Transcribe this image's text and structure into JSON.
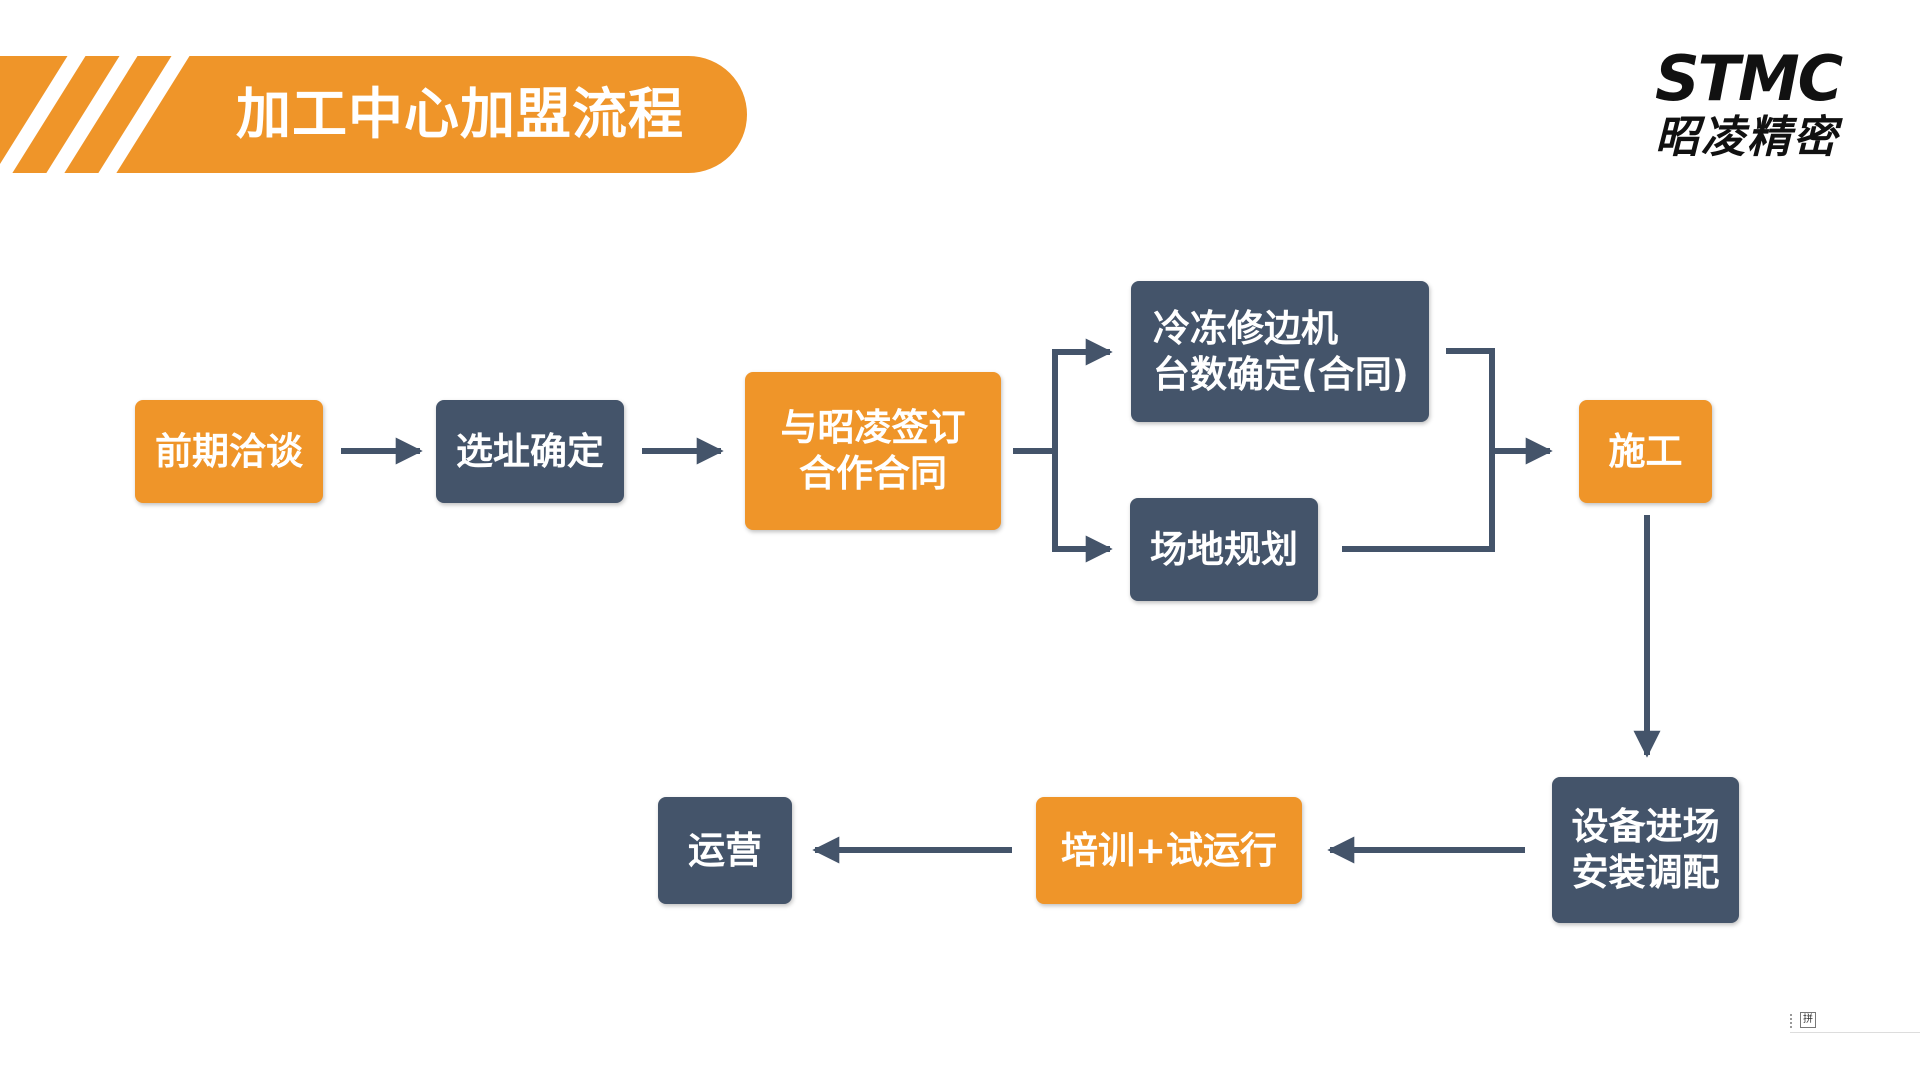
{
  "header": {
    "title": "加工中心加盟流程"
  },
  "logo": {
    "mark": "STMC",
    "name": "昭凌精密"
  },
  "nodes": {
    "n1": "前期洽谈",
    "n2": "选址确定",
    "n3": "与昭凌签订\n合作合同",
    "n4": "冷冻修边机\n台数确定(合同)",
    "n5": "场地规划",
    "n6": "施工",
    "n7": "设备进场\n安装调配",
    "n8": "培训+试运行",
    "n9": "运营"
  },
  "colors": {
    "accent_orange": "#ef9529",
    "node_navy": "#44546a",
    "connector": "#44546a"
  },
  "taskbar": {
    "ime_label": "拼"
  }
}
